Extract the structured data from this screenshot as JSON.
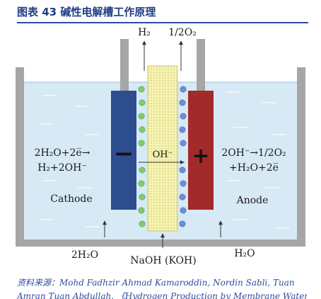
{
  "title": "图表 43 碱性电解槽工作原理",
  "diagram": {
    "gas_left": "H₂",
    "gas_right": "1/2O₂",
    "cathode_sign": "−",
    "anode_sign": "+",
    "membrane_ion": "OH⁻",
    "cathode_reaction_line1": "2H₂O+2e̅→",
    "cathode_reaction_line2": "H₂+2OH⁻",
    "cathode_label": "Cathode",
    "anode_reaction_line1": "2OH⁻→1/2O₂",
    "anode_reaction_line2": "+H₂O+2e̅",
    "anode_label": "Anode",
    "inlet_left": "2H₂O",
    "electrolyte": "NaOH (KOH)",
    "inlet_right": "H₂O"
  },
  "source": {
    "line1": "资料来源：Mohd Fadhzir Ahmad Kamaroddin, Nordin Sabli, Tuan",
    "line2": "Amran Tuan Abdullah. 《Hydrogen Production by Membrane Water"
  },
  "colors": {
    "title": "#1f3d82",
    "electrolyte": "#d7e9f5",
    "cathode": "#2e4d8e",
    "anode": "#a32a2a",
    "membrane": "#f6f3b0",
    "bubble_h2": "#7fcb6e",
    "bubble_o2": "#6f8fcf",
    "tank_wall": "#a6a6a6"
  }
}
